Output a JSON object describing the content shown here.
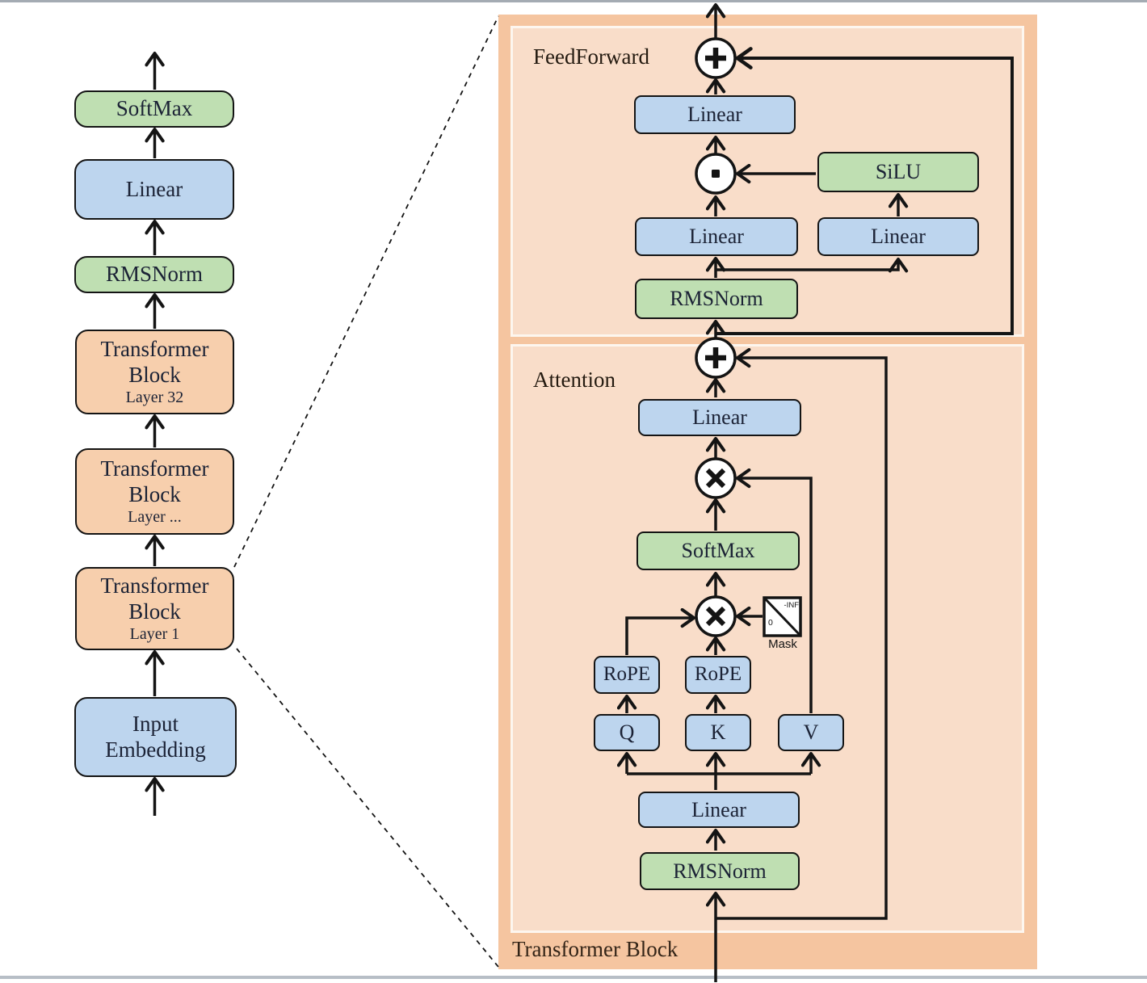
{
  "diagram": {
    "overview": {
      "softmax": "SoftMax",
      "linear": "Linear",
      "rmsnorm": "RMSNorm",
      "tb_line1": "Transformer",
      "tb_line2": "Block",
      "layer32": "Layer 32",
      "layer_dots": "Layer ...",
      "layer1": "Layer 1",
      "input_line1": "Input",
      "input_line2": "Embedding"
    },
    "detail": {
      "container_label": "Transformer Block",
      "feedforward": {
        "label": "FeedForward",
        "linear_out": "Linear",
        "silu": "SiLU",
        "linear_left": "Linear",
        "linear_right": "Linear",
        "rmsnorm": "RMSNorm"
      },
      "attention": {
        "label": "Attention",
        "linear_out": "Linear",
        "softmax": "SoftMax",
        "rope_q": "RoPE",
        "rope_k": "RoPE",
        "q": "Q",
        "k": "K",
        "v": "V",
        "linear_in": "Linear",
        "rmsnorm": "RMSNorm",
        "mask": {
          "label": "Mask",
          "neg_inf": "-INF",
          "zero": "0"
        }
      },
      "operators": {
        "add": "+",
        "multiply": "×",
        "elementwise": "·"
      }
    },
    "colors": {
      "box_blue": "#bdd5ee",
      "box_green": "#bfdfb2",
      "box_orange": "#f7cfad",
      "panel_outer": "#f5c5a0",
      "panel_inner": "#f9ddc9",
      "line": "#141414"
    }
  }
}
